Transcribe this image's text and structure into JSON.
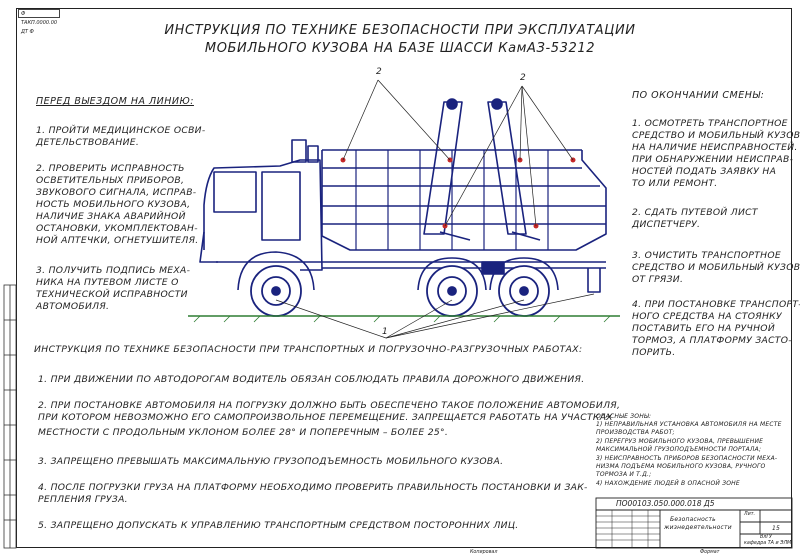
{
  "corner_code": "Ф ТАКП.0000.00 ДТ Ф",
  "title_line1": "ИНСТРУКЦИЯ ПО ТЕХНИКЕ БЕЗОПАСНОСТИ ПРИ ЭКСПЛУАТАЦИИ",
  "title_line2": "МОБИЛЬНОГО КУЗОВА НА БАЗЕ ШАССИ КамАЗ-53212",
  "before_trip": {
    "heading": "ПЕРЕД ВЫЕЗДОМ НА ЛИНИЮ:",
    "items": [
      [
        "1. ПРОЙТИ МЕДИЦИНСКОЕ ОСВИ-",
        "ДЕТЕЛЬСТВОВАНИЕ."
      ],
      [
        "2. ПРОВЕРИТЬ ИСПРАВНОСТЬ",
        "ОСВЕТИТЕЛЬНЫХ ПРИБОРОВ,",
        "ЗВУКОВОГО СИГНАЛА, ИСПРАВ-",
        "НОСТЬ МОБИЛЬНОГО КУЗОВА,",
        "НАЛИЧИЕ ЗНАКА АВАРИЙНОЙ",
        "ОСТАНОВКИ, УКОМПЛЕКТОВАН-",
        "НОЙ АПТЕЧКИ, ОГНЕТУШИТЕЛЯ."
      ],
      [
        "3. ПОЛУЧИТЬ ПОДПИСЬ МЕХА-",
        "НИКА НА ПУТЕВОМ ЛИСТЕ О",
        "ТЕХНИЧЕСКОЙ ИСПРАВНОСТИ",
        "АВТОМОБИЛЯ."
      ]
    ]
  },
  "end_of_shift": {
    "heading": "ПО ОКОНЧАНИИ СМЕНЫ:",
    "items": [
      [
        "1. ОСМОТРЕТЬ ТРАНСПОРТНОЕ",
        "СРЕДСТВО И МОБИЛЬНЫЙ КУЗОВ",
        "НА НАЛИЧИЕ НЕИСПРАВНОСТЕЙ.",
        "ПРИ ОБНАРУЖЕНИИ НЕИСПРАВ-",
        "НОСТЕЙ ПОДАТЬ ЗАЯВКУ НА",
        "ТО ИЛИ РЕМОНТ."
      ],
      [
        "2. СДАТЬ ПУТЕВОЙ ЛИСТ",
        "ДИСПЕТЧЕРУ."
      ],
      [
        "3. ОЧИСТИТЬ ТРАНСПОРТНОЕ",
        "СРЕДСТВО И МОБИЛЬНЫЙ КУЗОВ",
        "ОТ ГРЯЗИ."
      ],
      [
        "4. ПРИ ПОСТАНОВКЕ ТРАНСПОРТ-",
        "НОГО СРЕДСТВА НА СТОЯНКУ",
        "ПОСТАВИТЬ ЕГО НА РУЧНОЙ",
        "ТОРМОЗ, А ПЛАТФОРМУ ЗАСТО-",
        "ПОРИТЬ."
      ]
    ]
  },
  "callouts": {
    "one": "1",
    "two": "2"
  },
  "loading": {
    "heading": "ИНСТРУКЦИЯ ПО ТЕХНИКЕ БЕЗОПАСНОСТИ ПРИ ТРАНСПОРТНЫХ И ПОГРУЗОЧНО-РАЗГРУЗОЧНЫХ РАБОТАХ:",
    "items": [
      [
        "1. ПРИ ДВИЖЕНИИ ПО АВТОДОРОГАМ ВОДИТЕЛЬ ОБЯЗАН СОБЛЮДАТЬ ПРАВИЛА ДОРОЖНОГО ДВИЖЕНИЯ."
      ],
      [
        "2. ПРИ ПОСТАНОВКЕ АВТОМОБИЛЯ НА ПОГРУЗКУ ДОЛЖНО БЫТЬ ОБЕСПЕЧЕНО ТАКОЕ ПОЛОЖЕНИЕ АВТОМОБИЛЯ,",
        "ПРИ КОТОРОМ НЕВОЗМОЖНО ЕГО САМОПРОИЗВОЛЬНОЕ ПЕРЕМЕЩЕНИЕ. ЗАПРЕЩАЕТСЯ РАБОТАТЬ НА УЧАСТКАХ",
        "МЕСТНОСТИ С ПРОДОЛЬНЫМ УКЛОНОМ БОЛЕЕ 28° И ПОПЕРЕЧНЫМ – БОЛЕЕ 25°."
      ],
      [
        "3. ЗАПРЕЩЕНО ПРЕВЫШАТЬ МАКСИМАЛЬНУЮ ГРУЗОПОДЪЕМНОСТЬ МОБИЛЬНОГО КУЗОВА."
      ],
      [
        "4. ПОСЛЕ ПОГРУЗКИ ГРУЗА НА ПЛАТФОРМУ НЕОБХОДИМО ПРОВЕРИТЬ ПРАВИЛЬНОСТЬ ПОСТАНОВКИ И ЗАК-",
        "РЕПЛЕНИЯ ГРУЗА."
      ],
      [
        "5. ЗАПРЕЩЕНО ДОПУСКАТЬ К УПРАВЛЕНИЮ ТРАНСПОРТНЫМ СРЕДСТВОМ ПОСТОРОННИХ ЛИЦ."
      ]
    ]
  },
  "zones": {
    "heading": "ОПАСНЫЕ ЗОНЫ:",
    "items": [
      "1) НЕПРАВИЛЬНАЯ УСТАНОВКА АВТОМОБИЛЯ НА МЕСТЕ",
      "ПРОИЗВОДСТВА РАБОТ;",
      "2) ПЕРЕГРУЗ МОБИЛЬНОГО КУЗОВА, ПРЕВЫШЕНИЕ",
      "МАКСИМАЛЬНОЙ ГРУЗОПОДЪЕМНОСТИ ПОРТАЛА;",
      "3) НЕИСПРАВНОСТЬ ПРИБОРОВ БЕЗОПАСНОСТИ МЕХА-",
      "НИЗМА ПОДЪЕМА МОБИЛЬНОГО КУЗОВА, РУЧНОГО",
      "ТОРМОЗА И Т.Д.;",
      "4) НАХОЖДЕНИЕ ЛЮДЕЙ В ОПАСНОЙ ЗОНЕ"
    ]
  },
  "stamp": {
    "code": "ПО00103.050.000.018 Д5",
    "name_line1": "Безопасность",
    "name_line2": "жизнедеятельности",
    "sheet_label": "Лит.",
    "sheet_no": "15",
    "org_line1": "ВлГУ",
    "org_line2": "кафедра ТА и ЭЛМ"
  },
  "bottom_labels": {
    "left": "Копировал",
    "right": "Формат"
  }
}
